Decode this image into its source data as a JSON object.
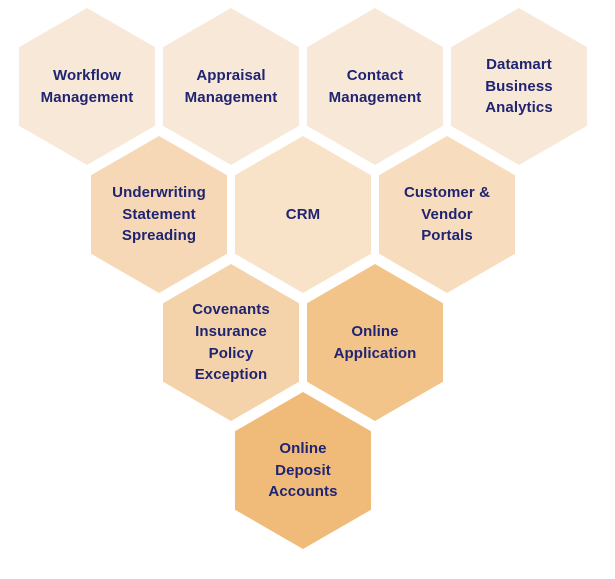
{
  "diagram": {
    "type": "honeycomb",
    "text_color": "#1f2472",
    "hexagons": [
      {
        "id": "workflow-management",
        "label": "Workflow\nManagement",
        "color": "#f8e8d8"
      },
      {
        "id": "appraisal-management",
        "label": "Appraisal\nManagement",
        "color": "#f8e8d8"
      },
      {
        "id": "contact-management",
        "label": "Contact\nManagement",
        "color": "#f8e8d8"
      },
      {
        "id": "datamart-business-analytics",
        "label": "Datamart\nBusiness\nAnalytics",
        "color": "#f8e8d8"
      },
      {
        "id": "underwriting-statement-spreading",
        "label": "Underwriting\nStatement\nSpreading",
        "color": "#f6d8b6"
      },
      {
        "id": "crm",
        "label": "CRM",
        "color": "#f8e2c8"
      },
      {
        "id": "customer-vendor-portals",
        "label": "Customer &\nVendor\nPortals",
        "color": "#f7dcbd"
      },
      {
        "id": "covenants-insurance-policy-exception",
        "label": "Covenants\nInsurance\nPolicy\nException",
        "color": "#f5d3aa"
      },
      {
        "id": "online-application",
        "label": "Online\nApplication",
        "color": "#f2c489"
      },
      {
        "id": "online-deposit-accounts",
        "label": "Online\nDeposit\nAccounts",
        "color": "#f0ba78"
      }
    ]
  }
}
